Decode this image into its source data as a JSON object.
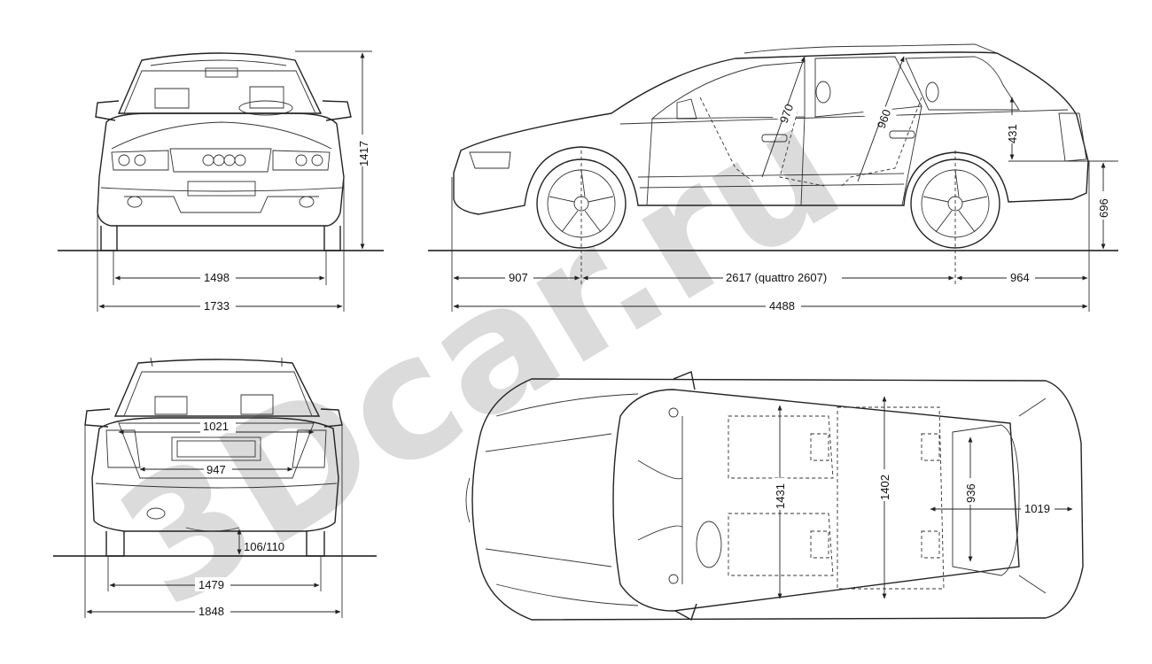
{
  "watermark": "3Dcar.ru",
  "colors": {
    "line": "#222222",
    "watermark": "#cfcfcf",
    "background": "#ffffff"
  },
  "views": {
    "front": {
      "height": "1417",
      "track": "1498",
      "width": "1733"
    },
    "side": {
      "front_overhang": "907",
      "wheelbase": "2617 (quattro 2607)",
      "rear_overhang": "964",
      "length": "4488",
      "front_headroom": "970",
      "rear_headroom": "960",
      "cargo_height": "431",
      "load_sill_height": "696"
    },
    "rear": {
      "opening_top_width": "1021",
      "opening_bottom_width": "947",
      "ground_clearance": "106/110",
      "track": "1479",
      "width": "1848"
    },
    "top": {
      "front_interior_width": "1431",
      "rear_interior_width": "1402",
      "cargo_width": "936",
      "cargo_length": "1019"
    }
  }
}
